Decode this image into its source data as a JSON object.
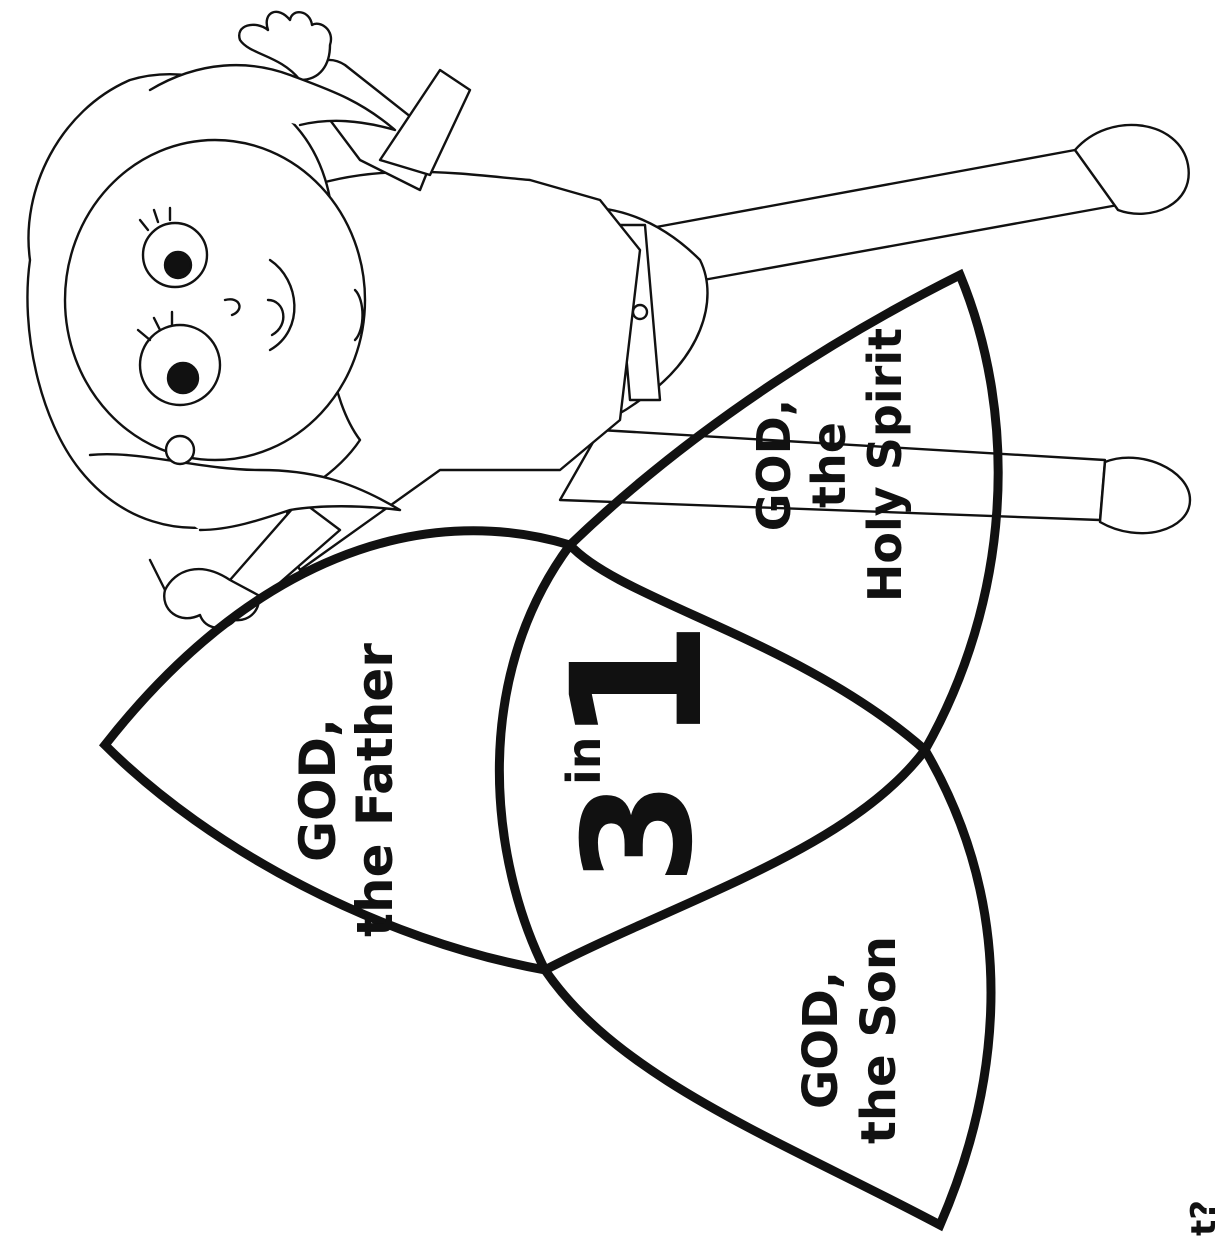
{
  "trinity": {
    "father_line1": "GOD,",
    "father_line2": "the Father",
    "son_line1": "GOD,",
    "son_line2": "the Son",
    "spirit_line1": "GOD,",
    "spirit_line2": "the",
    "spirit_line3": "Holy Spirit",
    "center_three": "3",
    "center_in": "in",
    "center_one": "1"
  },
  "cropped_edge_text": "t?",
  "colors": {
    "ink": "#111111",
    "paper": "#ffffff"
  }
}
